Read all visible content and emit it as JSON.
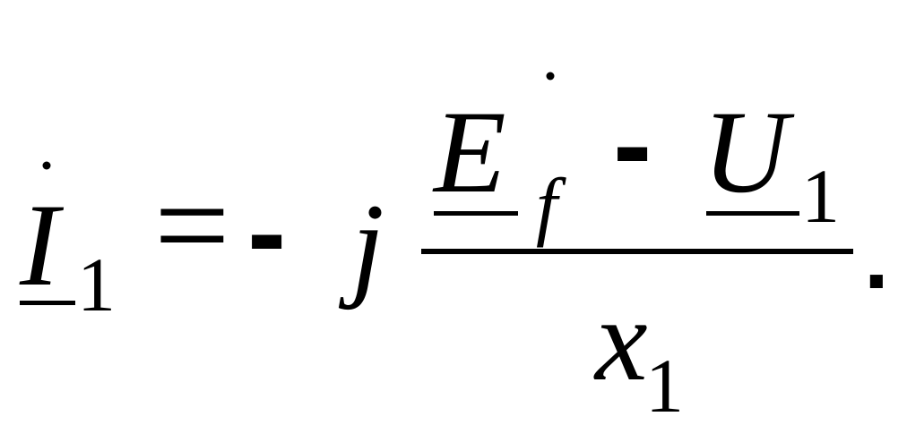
{
  "formula": {
    "lhs": {
      "symbol": "I",
      "subscript": "1"
    },
    "equals": "=",
    "minus_sign": "-",
    "imaginary_unit": "j",
    "numerator": {
      "term1_symbol": "E",
      "term1_subscript": "f",
      "operator": "-",
      "term2_symbol": "U",
      "term2_subscript": "1"
    },
    "denominator": {
      "symbol": "x",
      "subscript": "1"
    },
    "end_punctuation": "."
  }
}
